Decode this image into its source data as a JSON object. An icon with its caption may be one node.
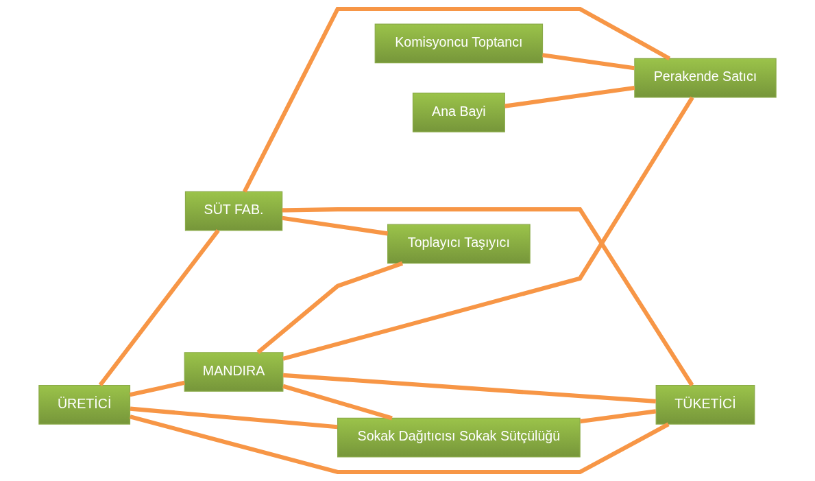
{
  "diagram": {
    "nodes": [
      {
        "text": [
          "Sokak Dağıtıcısı Sokak Sütçülüğü"
        ]
      },
      {
        "text": [
          "MANDIRA"
        ]
      },
      {
        "text": [
          "Komisyoncu Toptancı"
        ]
      },
      {
        "text": [
          "ÜRETİCİ"
        ]
      },
      {
        "text": [
          "Toplayıcı Taşıyıcı"
        ]
      },
      {
        "text": [
          "Perakende Satıcı"
        ]
      },
      {
        "text": [
          "TÜKETİCİ"
        ]
      },
      {
        "text": [
          "SÜT FAB."
        ]
      },
      {
        "text": [
          "Ana Bayi"
        ]
      }
    ],
    "edges": [
      {
        "from": 3,
        "to": 0,
        "arrow": "none"
      },
      {
        "from": 3,
        "to": 1,
        "arrow": "none"
      },
      {
        "from": 3,
        "to": 7,
        "arrow": "none"
      },
      {
        "from": 3,
        "to": 6,
        "arrow": "none"
      },
      {
        "from": 1,
        "to": 0,
        "arrow": "none"
      },
      {
        "from": 0,
        "to": 6,
        "arrow": "none"
      },
      {
        "from": 1,
        "to": 6,
        "arrow": "none"
      },
      {
        "from": 1,
        "to": 5,
        "arrow": "none"
      },
      {
        "from": 1,
        "to": 4,
        "arrow": "none"
      },
      {
        "from": 4,
        "to": 7,
        "arrow": "none"
      },
      {
        "from": 2,
        "to": 5,
        "arrow": "none"
      },
      {
        "from": 5,
        "to": 8,
        "arrow": "none"
      },
      {
        "from": 7,
        "to": 5,
        "arrow": "none"
      },
      {
        "from": 7,
        "to": 6,
        "arrow": "none"
      }
    ]
  }
}
